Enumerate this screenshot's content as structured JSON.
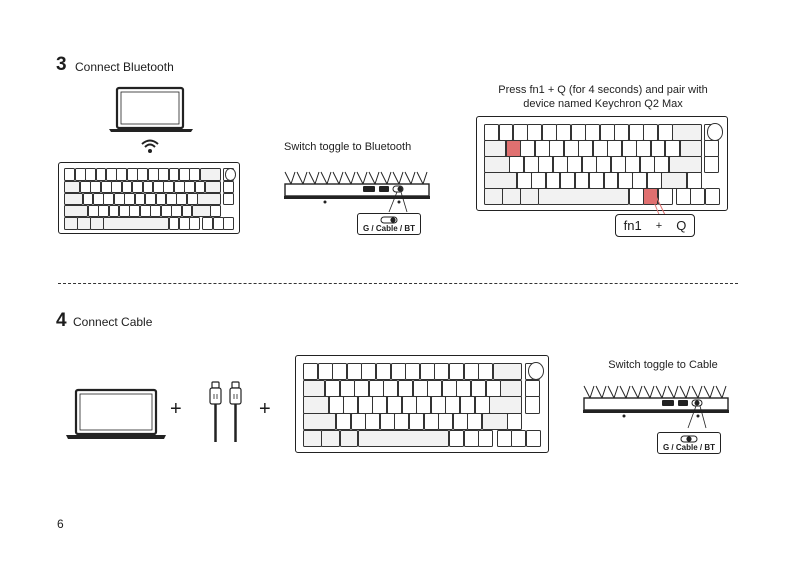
{
  "step3": {
    "number": "3",
    "title": "Connect Bluetooth",
    "toggle_caption": "Switch toggle to Bluetooth",
    "pair_caption_line1": "Press fn1 + Q (for 4 seconds) and pair with",
    "pair_caption_line2": "device named Keychron Q2 Max",
    "toggle_label": "G / Cable / BT",
    "fn_key": "fn1",
    "plus": "+",
    "q_key": "Q",
    "icons": [
      "laptop-icon",
      "bluetooth-wifi-icon",
      "keyboard-icon"
    ],
    "highlight_color": "#e07070"
  },
  "step4": {
    "number": "4",
    "title": "Connect Cable",
    "toggle_caption": "Switch toggle to Cable",
    "toggle_label": "G / Cable / BT",
    "plus": "+",
    "icons": [
      "laptop-icon",
      "usb-cable-icon",
      "keyboard-icon"
    ]
  },
  "page_number": "6"
}
